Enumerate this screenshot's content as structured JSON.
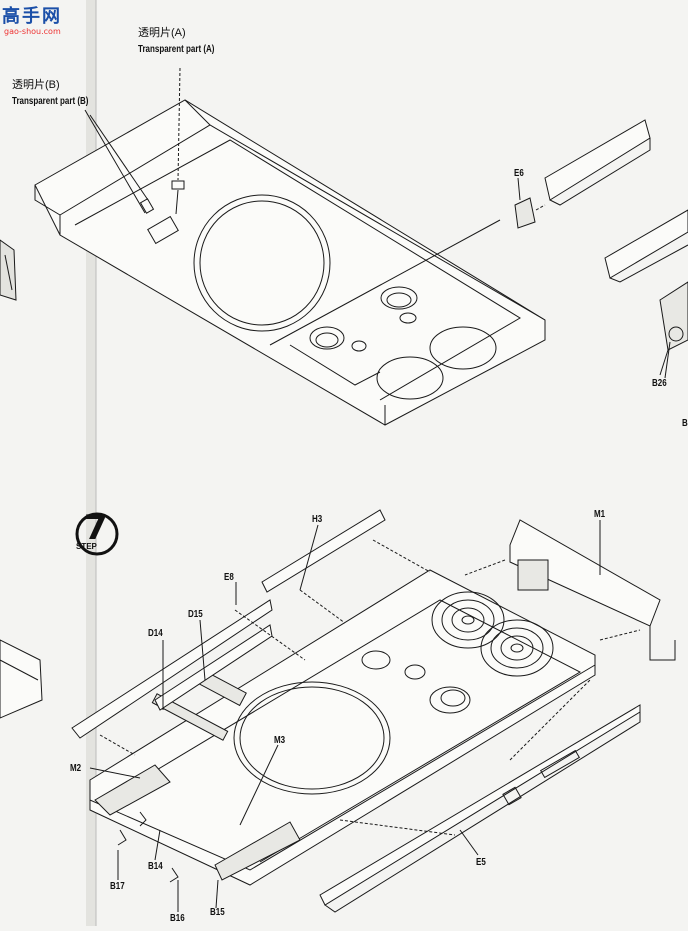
{
  "watermark": {
    "logo_text": "高手网",
    "url": "gao-shou.com"
  },
  "step": {
    "number": "7",
    "word": "STEP"
  },
  "callouts": {
    "transparent_a_cn": "透明片(A)",
    "transparent_a_en": "Transparent part (A)",
    "transparent_b_cn": "透明片(B)",
    "transparent_b_en": "Transparent part (B)"
  },
  "parts": {
    "E6": "E6",
    "B26": "B26",
    "B_cut": "B",
    "H3": "H3",
    "M1": "M1",
    "E8": "E8",
    "D15": "D15",
    "D14": "D14",
    "M3": "M3",
    "M2": "M2",
    "E5": "E5",
    "B14": "B14",
    "B17": "B17",
    "B16": "B16",
    "B15": "B15"
  },
  "colors": {
    "line": "#1a1a1a",
    "paper": "#f4f4f2",
    "shade": "#d6d6d2"
  }
}
